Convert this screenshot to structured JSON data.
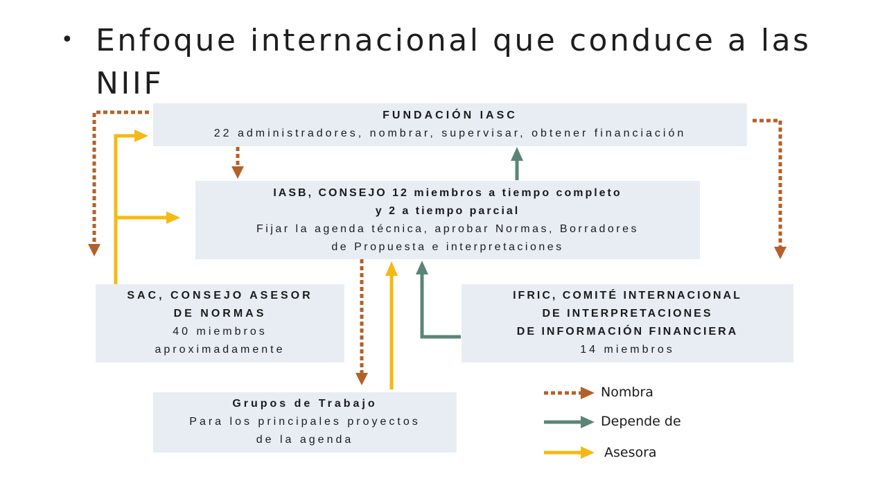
{
  "slide": {
    "bullet": "•",
    "title": "Enfoque internacional que conduce a las NIIF"
  },
  "boxes": {
    "fundacion": {
      "title": "FUNDACIÓN IASC",
      "line1": "22 administradores, nombrar, supervisar, obtener financiación"
    },
    "iasb": {
      "title_line1": "IASB, CONSEJO 12 miembros a tiempo completo",
      "title_line2": "y 2 a tiempo parcial",
      "line1": "Fijar la agenda técnica, aprobar Normas, Borradores",
      "line2": "de Propuesta e interpretaciones"
    },
    "sac": {
      "title_line1": "SAC, CONSEJO ASESOR",
      "title_line2": "DE NORMAS",
      "line1": "40 miembros",
      "line2": "aproximadamente"
    },
    "ifric": {
      "title_line1": "IFRIC, COMITÉ INTERNACIONAL",
      "title_line2": "DE INTERPRETACIONES",
      "title_line3": "DE INFORMACIÓN FINANCIERA",
      "line1": "14 miembros"
    },
    "grupos": {
      "title": "Grupos de Trabajo",
      "line1": "Para los principales proyectos",
      "line2": "de la agenda"
    }
  },
  "legend": {
    "nombra": "Nombra",
    "depende": "Depende de",
    "asesora": "Asesora"
  },
  "colors": {
    "nombra": "#b5602a",
    "depende": "#5b8577",
    "asesora": "#f5b914",
    "box_fill": "#e8edf4"
  }
}
